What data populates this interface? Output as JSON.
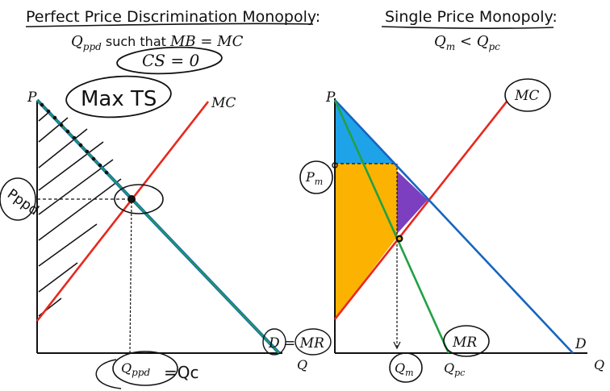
{
  "colors": {
    "axis": "#111111",
    "mc_line": "#e8281e",
    "demand_line": "#1565c0",
    "mr_line": "#22a046",
    "cs_fill": "#1fa3e8",
    "ps_fill": "#fbb200",
    "dwl_fill": "#7b3fbf",
    "ink": "#111111"
  },
  "left_panel": {
    "title": "Perfect Price Discrimination Monopoly:",
    "subtitle": "Q_ppd such that MB = MC",
    "subtitle_parts": {
      "q": "Q",
      "q_sub": "ppd",
      "rest": " such that ",
      "eq": "MB = MC"
    },
    "cs_note": "CS = 0",
    "max_note": "Max TS",
    "y_axis_label": "P",
    "x_axis_label": "Q",
    "mc_label": "MC",
    "dmr_label": "D = MR",
    "price_label": "P_ppd",
    "price_label_text": "Pppd",
    "q_label": "Q_ppd",
    "q_label_parts": {
      "q": "Q",
      "sub": "ppd"
    },
    "q_eq_note": "=Qc"
  },
  "right_panel": {
    "title": "Single Price Monopoly:",
    "subtitle": "Q_m < Q_pc",
    "subtitle_parts": {
      "q1": "Q",
      "s1": "m",
      "lt": " < ",
      "q2": "Q",
      "s2": "pc"
    },
    "y_axis_label": "P",
    "x_axis_label": "Q",
    "mc_label": "MC",
    "mr_label": "MR",
    "d_label": "D",
    "pm_label": "P_m",
    "pm_parts": {
      "p": "P",
      "sub": "m"
    },
    "qm_parts": {
      "q": "Q",
      "sub": "m"
    },
    "qpc_parts": {
      "q": "Q",
      "sub": "pc"
    }
  }
}
